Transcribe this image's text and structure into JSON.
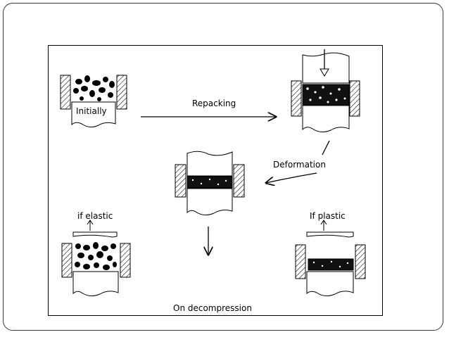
{
  "diagram": {
    "labels": {
      "initially": "Initially",
      "repacking": "Repacking",
      "deformation": "Deformation",
      "if_elastic": "if elastic",
      "if_plastic": "If plastic",
      "on_decompression": "On decompression"
    }
  }
}
